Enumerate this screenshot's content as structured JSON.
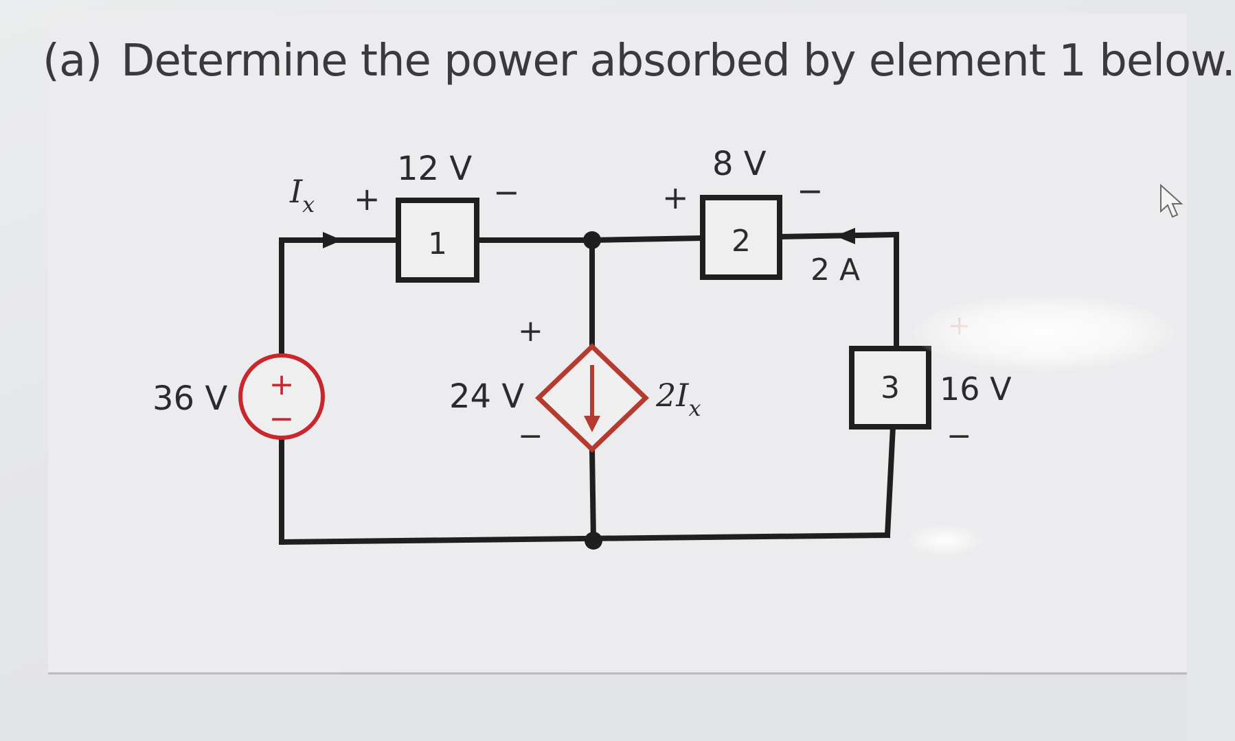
{
  "question": {
    "part": "(a)",
    "text": "Determine the power absorbed by element 1 below."
  },
  "circuit": {
    "source": {
      "value": "36 V",
      "plus": "+",
      "minus": "−",
      "color": "#c8282d"
    },
    "current_label": {
      "var": "I",
      "sub": "x",
      "arrow": "→"
    },
    "element1": {
      "number": "1",
      "voltage": "12 V",
      "plus": "+",
      "minus": "−"
    },
    "element2": {
      "number": "2",
      "voltage": "8 V",
      "plus": "+",
      "minus": "−"
    },
    "element3": {
      "number": "3",
      "voltage": "16 V",
      "plus": "+",
      "minus": "−"
    },
    "branch_current": "2 A",
    "dependent_source": {
      "voltage": "24 V",
      "plus": "+",
      "minus": "−",
      "gain": "2",
      "var": "I",
      "sub": "x",
      "color": "#b53a30"
    }
  },
  "colors": {
    "wire": "#1f1f1f",
    "text": "#2b2b2d",
    "background": "#ececee"
  }
}
